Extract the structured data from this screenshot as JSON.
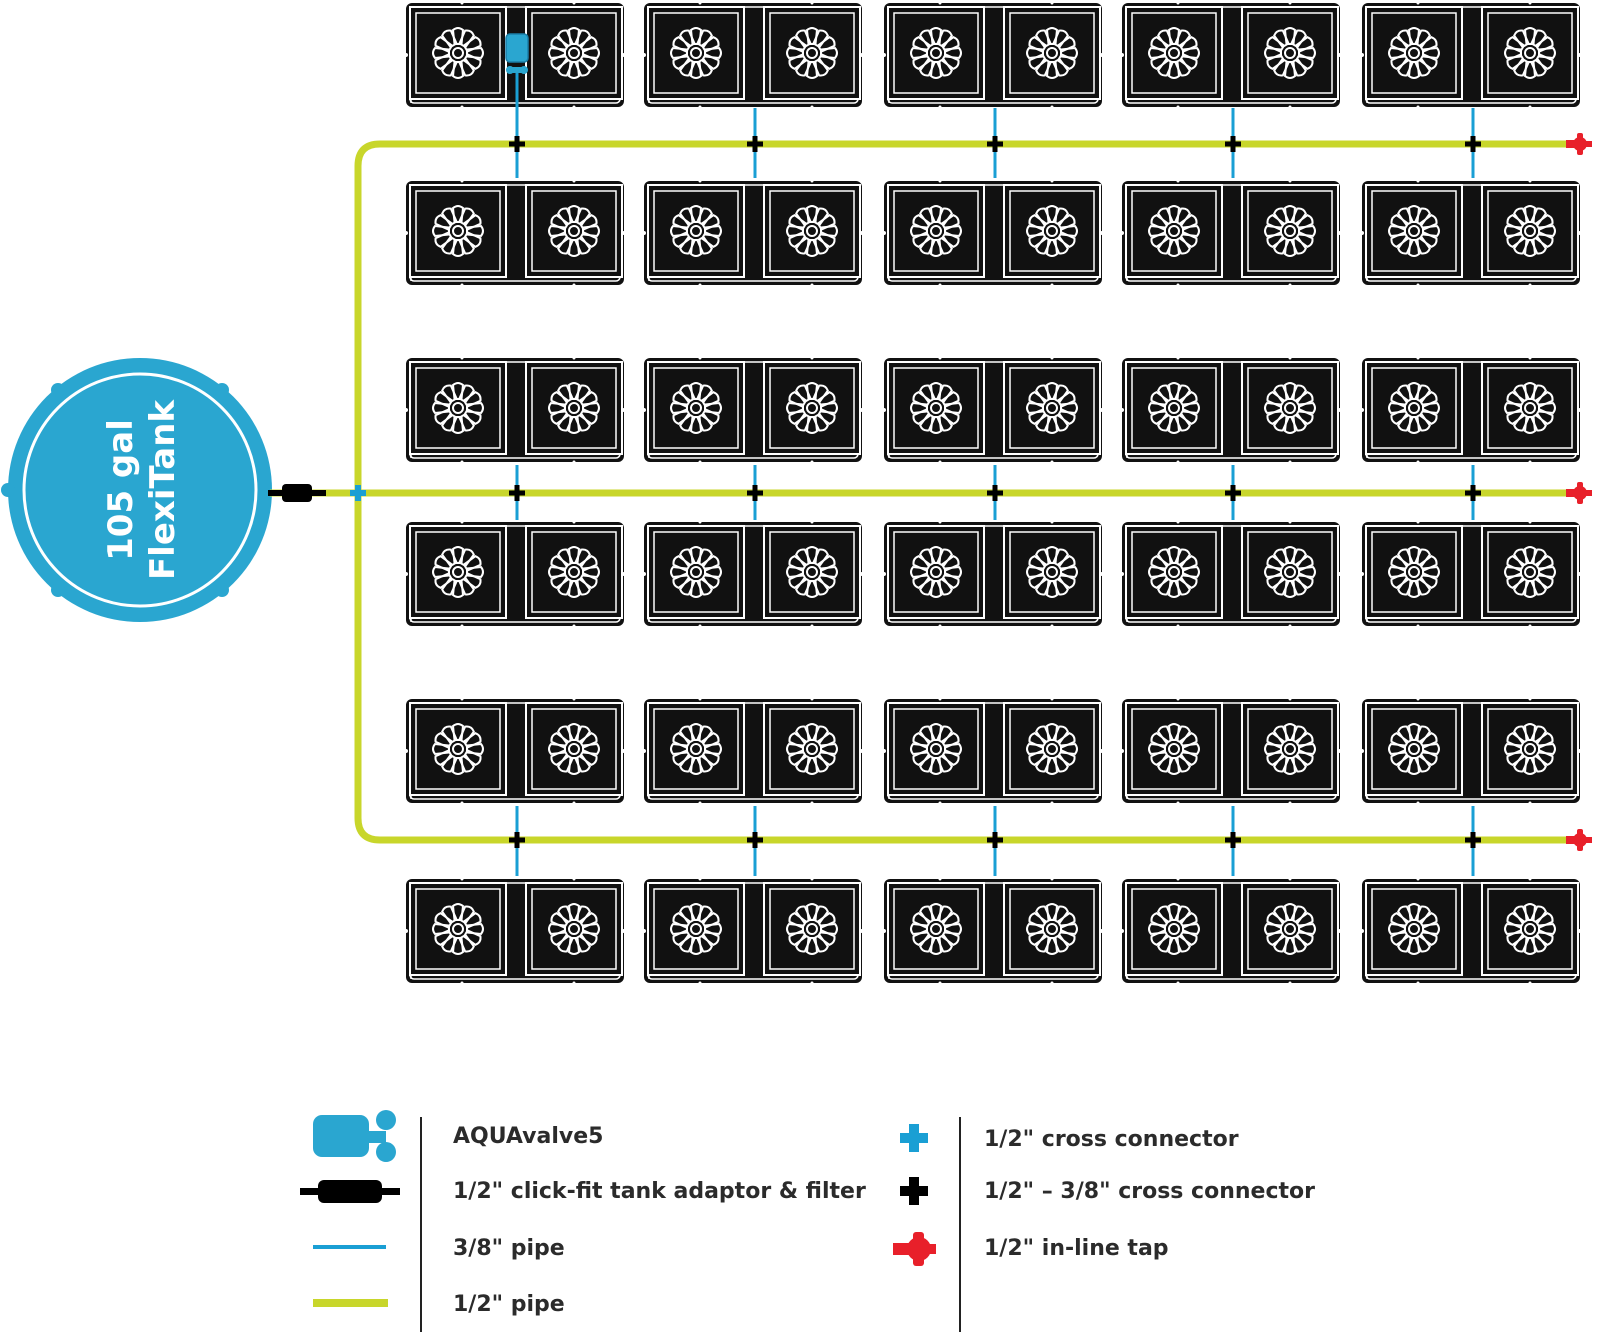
{
  "tank": {
    "line1": "105 gal",
    "line2": "FlexiTank"
  },
  "layout": {
    "tray_columns": 5,
    "tray_rows": 6,
    "pots_per_tray": 2,
    "supply_lines": 3,
    "total_pots": 60
  },
  "legend": {
    "items": [
      {
        "id": "aquavalve",
        "label": "AQUAvalve5",
        "icon": "aquavalve-icon"
      },
      {
        "id": "tank-adaptor",
        "label": "1/2\" click-fit tank adaptor & filter",
        "icon": "tank-adaptor-icon"
      },
      {
        "id": "pipe-38",
        "label": "3/8\" pipe",
        "icon": "pipe-38-icon"
      },
      {
        "id": "pipe-12",
        "label": "1/2\" pipe",
        "icon": "pipe-12-icon"
      },
      {
        "id": "cross-12",
        "label": "1/2\" cross connector",
        "icon": "cross-blue-icon"
      },
      {
        "id": "cross-12-38",
        "label": "1/2\" – 3/8\" cross connector",
        "icon": "cross-black-icon"
      },
      {
        "id": "inline-tap",
        "label": "1/2\" in-line tap",
        "icon": "inline-tap-icon"
      }
    ]
  },
  "colors": {
    "tank_blue": "#2aa6d0",
    "pipe_main": "#c8d62b",
    "pipe_feed": "#1a9fd4",
    "tap_red": "#e8202a",
    "tray_black": "#111111",
    "connector_black": "#000000"
  }
}
